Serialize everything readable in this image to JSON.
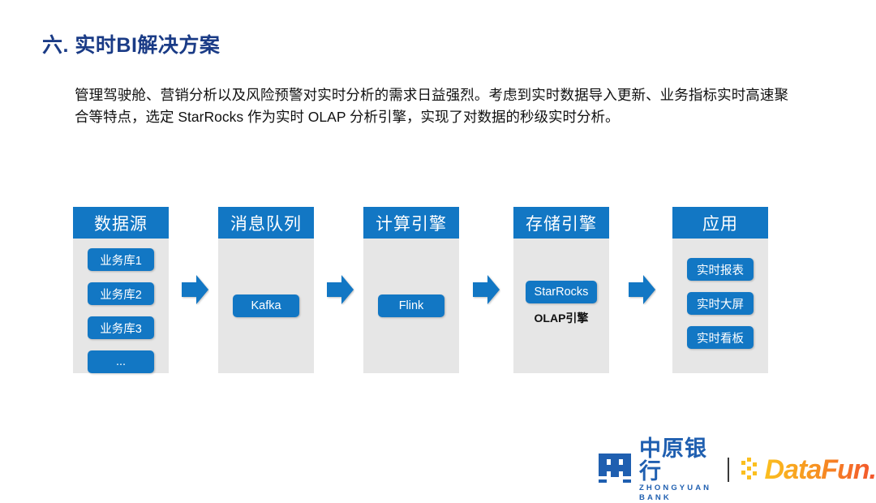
{
  "slide": {
    "title": "六. 实时BI解决方案",
    "paragraph": "管理驾驶舱、营销分析以及风险预警对实时分析的需求日益强烈。考虑到实时数据导入更新、业务指标实时高速聚合等特点，选定 StarRocks 作为实时 OLAP 分析引擎，实现了对数据的秒级实时分析。"
  },
  "colors": {
    "title_navy": "#1a3b86",
    "accent_blue": "#1277c4",
    "panel_gray": "#e6e6e6",
    "bank_blue": "#1f5fb0",
    "datafun_orange": "#f5a21e"
  },
  "diagram": {
    "type": "pipeline",
    "stages": [
      {
        "header": "数据源",
        "nodes": [
          "业务库1",
          "业务库2",
          "业务库3",
          "..."
        ],
        "caption": ""
      },
      {
        "header": "消息队列",
        "nodes": [
          "Kafka"
        ],
        "caption": ""
      },
      {
        "header": "计算引擎",
        "nodes": [
          "Flink"
        ],
        "caption": ""
      },
      {
        "header": "存储引擎",
        "nodes": [
          "StarRocks"
        ],
        "caption": "OLAP引擎"
      },
      {
        "header": "应用",
        "nodes": [
          "实时报表",
          "实时大屏",
          "实时看板"
        ],
        "caption": ""
      }
    ],
    "arrow_count": 4
  },
  "footer": {
    "bank_name_cn": "中原银行",
    "bank_name_en": "ZHONGYUAN BANK",
    "partner_name": "DataFun."
  }
}
